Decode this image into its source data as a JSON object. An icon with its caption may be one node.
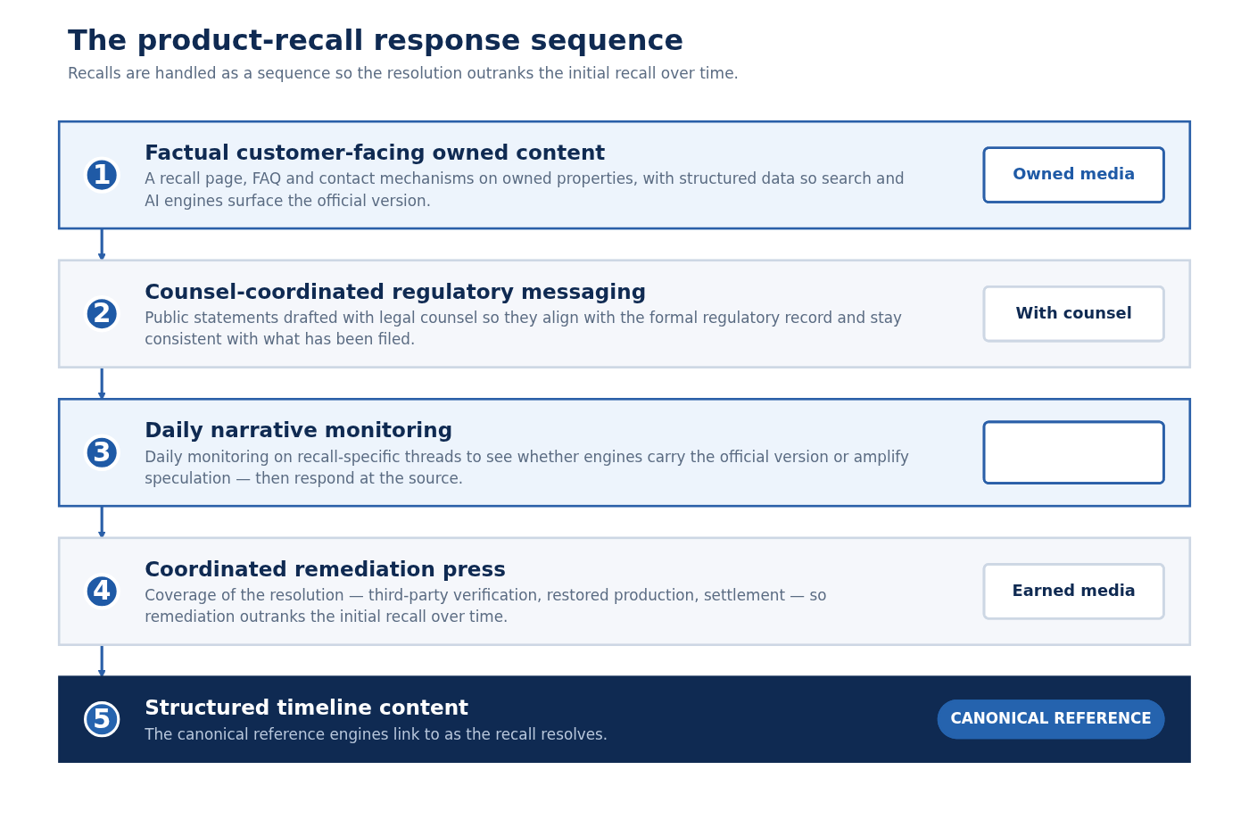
{
  "diagram": {
    "title": "The product-recall response sequence",
    "nodes": [
      {
        "text": [
          "Factual customer-facing owned content",
          "A recall page, FAQ and contact mechanisms on owned properties, with structured data so search and AI engines surface the official version."
        ]
      },
      {
        "text": [
          "1"
        ],
        "in": 0
      },
      {
        "text": [
          "Owned media"
        ],
        "in": 0
      },
      {
        "text": [
          "Counsel-coordinated regulatory messaging",
          "Public statements drafted with legal counsel so they align with the formal regulatory record and stay consistent with what has been filed."
        ]
      },
      {
        "text": [
          "2"
        ],
        "in": 3
      },
      {
        "text": [
          "With counsel"
        ],
        "in": 3
      },
      {
        "text": [
          "Daily narrative monitoring",
          "Daily monitoring on recall-specific threads to see whether engines carry the official version or amplify speculation — then respond at the source."
        ]
      },
      {
        "text": [
          "3"
        ],
        "in": 6
      },
      {
        "text": [],
        "shape": "box",
        "in": 6
      },
      {
        "text": [
          "Coordinated remediation press",
          "Coverage of the resolution — third-party verification, restored production, settlement — so remediation outranks the initial recall over time."
        ]
      },
      {
        "text": [
          "4"
        ],
        "in": 9
      },
      {
        "text": [
          "Earned media"
        ],
        "in": 9
      },
      {
        "text": [
          "Structured timeline content",
          "The canonical reference engines link to as the recall resolves."
        ]
      },
      {
        "text": [
          "5"
        ],
        "in": 12
      },
      {
        "text": [
          "CANONICAL REFERENCE"
        ],
        "in": 12
      }
    ],
    "edges": [
      {
        "from": 0,
        "to": 3,
        "arrow": "to"
      },
      {
        "from": 3,
        "to": 6,
        "arrow": "to"
      },
      {
        "from": 6,
        "to": 9,
        "arrow": "to"
      },
      {
        "from": 9,
        "to": 12,
        "arrow": "to"
      }
    ],
    "labels": [
      "Recalls are handled as a sequence so the resolution outranks the initial recall over time."
    ]
  }
}
